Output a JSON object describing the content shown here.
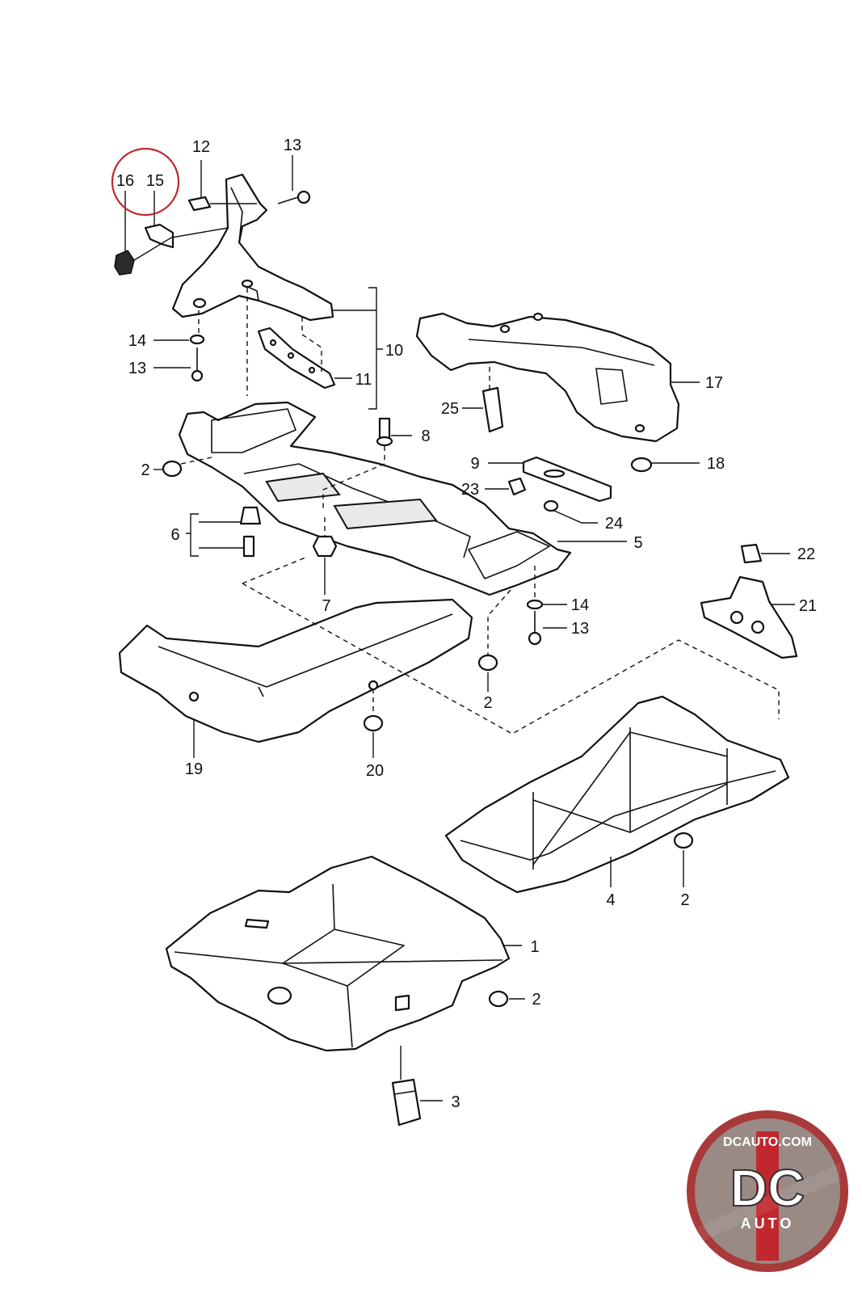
{
  "callouts": {
    "c1": "1",
    "c2a": "2",
    "c2b": "2",
    "c2c": "2",
    "c2d": "2",
    "c3": "3",
    "c4": "4",
    "c5": "5",
    "c6": "6",
    "c7": "7",
    "c8": "8",
    "c9": "9",
    "c10": "10",
    "c11": "11",
    "c12": "12",
    "c13a": "13",
    "c13b": "13",
    "c13c": "13",
    "c14a": "14",
    "c14b": "14",
    "c15": "15",
    "c16": "16",
    "c17": "17",
    "c18": "18",
    "c19": "19",
    "c20": "20",
    "c21": "21",
    "c22": "22",
    "c23": "23",
    "c24": "24",
    "c25": "25"
  },
  "highlight": {
    "callout": "15",
    "color": "#c0282d"
  },
  "logo": {
    "site_text": "DCAUTO.COM",
    "letters": "DC",
    "sub_text": "AUTO",
    "colors": {
      "ring": "#a83a3a",
      "face": "#9a8a86",
      "stripe": "#c0282d"
    }
  }
}
